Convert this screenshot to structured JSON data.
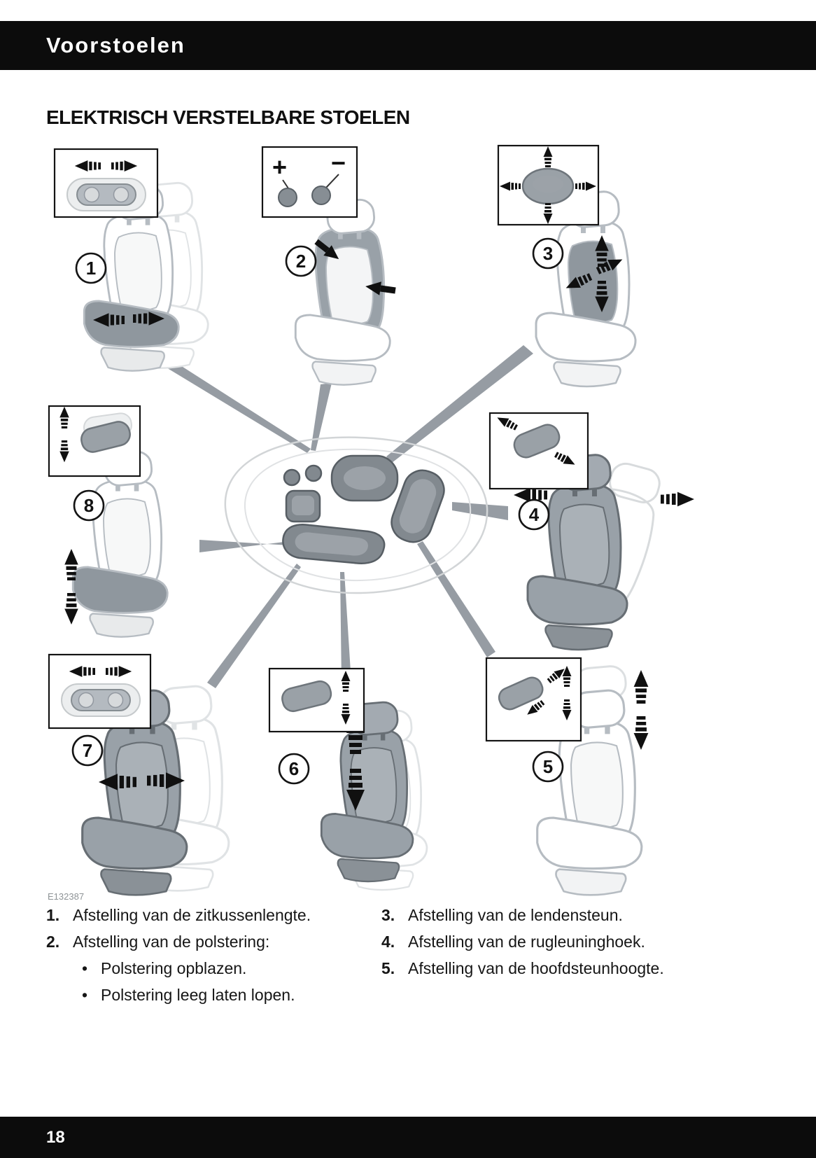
{
  "colors": {
    "bar_black": "#0c0c0c",
    "seat_dark_gray": "#99a1a8",
    "arrow_black": "#101010",
    "leader_gray": "#969ca3"
  },
  "header": {
    "title": "Voorstoelen"
  },
  "section": {
    "heading": "ELEKTRISCH VERSTELBARE STOELEN"
  },
  "figure": {
    "code": "E132387",
    "plus": "+",
    "minus": "−",
    "callouts": [
      "1",
      "2",
      "3",
      "4",
      "5",
      "6",
      "7",
      "8"
    ]
  },
  "list": {
    "bullet": "•",
    "left": [
      {
        "num": "1.",
        "text": "Afstelling van de zitkussenlengte."
      },
      {
        "num": "2.",
        "text": "Afstelling van de polstering:"
      }
    ],
    "left_bullets": [
      "Polstering opblazen.",
      "Polstering leeg laten lopen."
    ],
    "right": [
      {
        "num": "3.",
        "text": "Afstelling van de lendensteun."
      },
      {
        "num": "4.",
        "text": "Afstelling van de rugleuninghoek."
      },
      {
        "num": "5.",
        "text": "Afstelling van de hoofdsteunhoogte."
      }
    ]
  },
  "footer": {
    "page_number": "18"
  }
}
